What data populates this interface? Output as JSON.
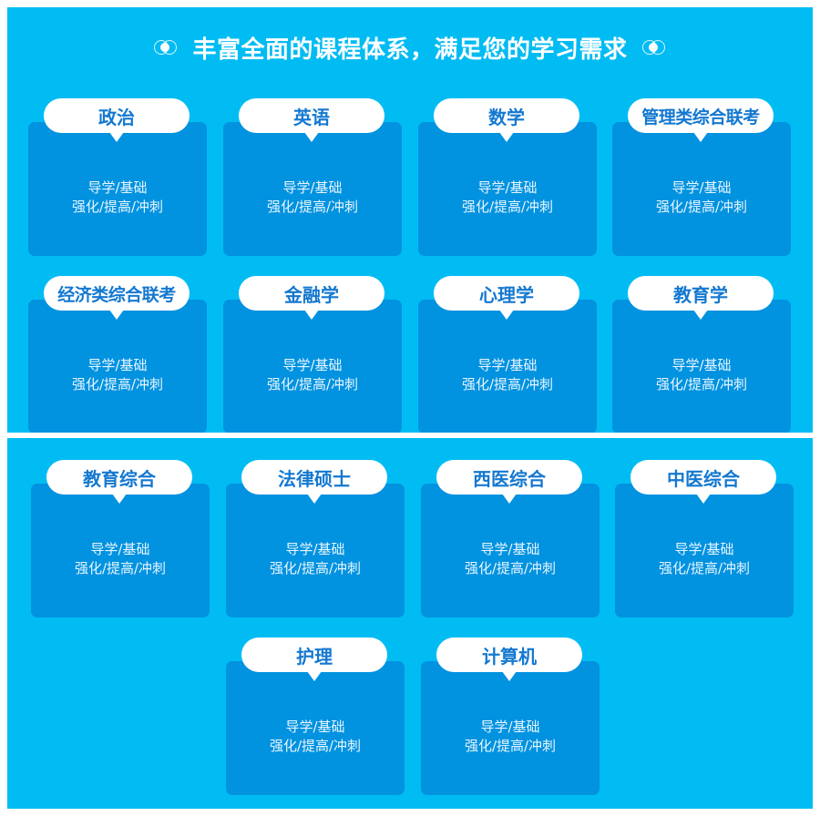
{
  "header": {
    "title": "丰富全面的课程体系，满足您的学习需求",
    "decoration_icon": "double-ring-icon"
  },
  "colors": {
    "background": "#01bcf3",
    "card": "#0192e0",
    "pill": "#ffffff",
    "pill_text": "#1478d0",
    "card_text": "#e8f6ff"
  },
  "top_panel": {
    "courses": [
      {
        "title": "政治",
        "line1": "导学/基础",
        "line2": "强化/提高/冲刺"
      },
      {
        "title": "英语",
        "line1": "导学/基础",
        "line2": "强化/提高/冲刺"
      },
      {
        "title": "数学",
        "line1": "导学/基础",
        "line2": "强化/提高/冲刺"
      },
      {
        "title": "管理类综合联考",
        "line1": "导学/基础",
        "line2": "强化/提高/冲刺"
      },
      {
        "title": "经济类综合联考",
        "line1": "导学/基础",
        "line2": "强化/提高/冲刺"
      },
      {
        "title": "金融学",
        "line1": "导学/基础",
        "line2": "强化/提高/冲刺"
      },
      {
        "title": "心理学",
        "line1": "导学/基础",
        "line2": "强化/提高/冲刺"
      },
      {
        "title": "教育学",
        "line1": "导学/基础",
        "line2": "强化/提高/冲刺"
      }
    ]
  },
  "bottom_panel": {
    "courses": [
      {
        "title": "教育综合",
        "line1": "导学/基础",
        "line2": "强化/提高/冲刺"
      },
      {
        "title": "法律硕士",
        "line1": "导学/基础",
        "line2": "强化/提高/冲刺"
      },
      {
        "title": "西医综合",
        "line1": "导学/基础",
        "line2": "强化/提高/冲刺"
      },
      {
        "title": "中医综合",
        "line1": "导学/基础",
        "line2": "强化/提高/冲刺"
      },
      {
        "title": "护理",
        "line1": "导学/基础",
        "line2": "强化/提高/冲刺"
      },
      {
        "title": "计算机",
        "line1": "导学/基础",
        "line2": "强化/提高/冲刺"
      }
    ]
  }
}
